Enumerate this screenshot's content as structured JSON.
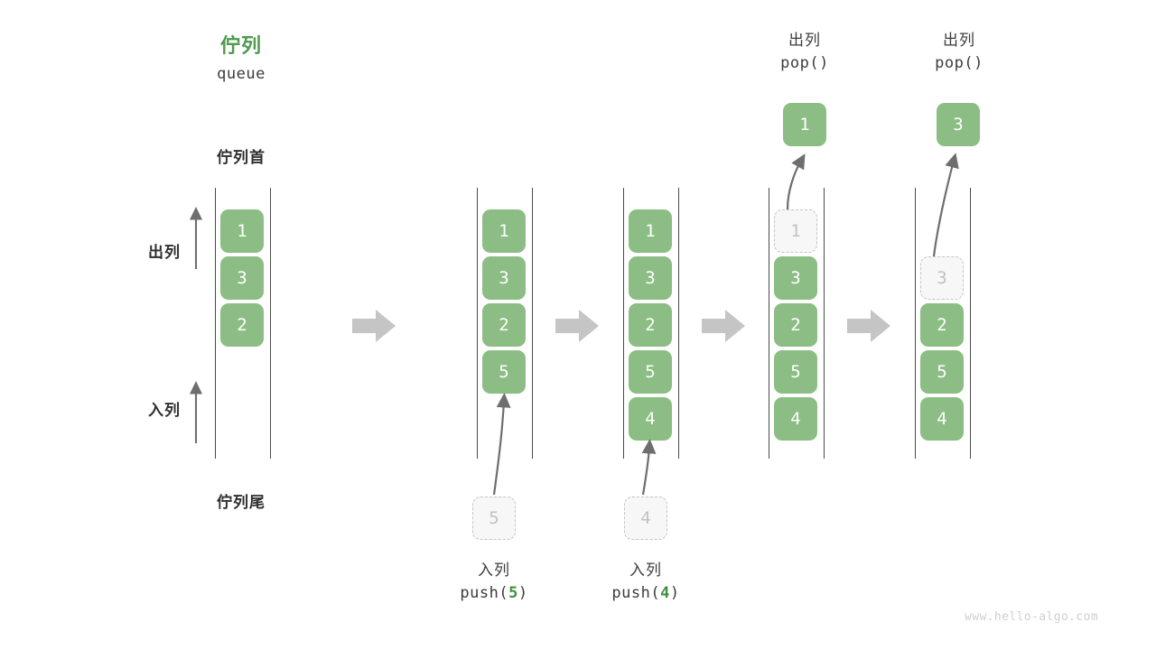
{
  "diagram": {
    "title_cn": "佇列",
    "title_en": "queue",
    "head_label": "佇列首",
    "tail_label": "佇列尾",
    "dequeue_label": "出列",
    "enqueue_label": "入列",
    "watermark": "www.hello-algo.com",
    "colors": {
      "cell_fill": "#8cbd84",
      "cell_text": "#ffffff",
      "ghost_fill": "#f7f7f7",
      "ghost_border": "#c4c4c4",
      "ghost_text": "#c2c2c2",
      "rail": "#4a4a4a",
      "arrow": "#6e6e6e",
      "step_arrow": "#c5c5c5",
      "accent_green": "#4e9a4e",
      "text": "#3c3c3c"
    }
  },
  "steps": [
    {
      "id": "initial",
      "cells": [
        "1",
        "3",
        "2"
      ],
      "ghost_index": -1,
      "caption_cn": "",
      "caption_code": "",
      "caption_arg": ""
    },
    {
      "id": "push-5",
      "cells": [
        "1",
        "3",
        "2",
        "5"
      ],
      "ghost_index": -1,
      "incoming_value": "5",
      "caption_cn": "入列",
      "caption_code_prefix": "push(",
      "caption_arg": "5",
      "caption_code_suffix": ")"
    },
    {
      "id": "push-4",
      "cells": [
        "1",
        "3",
        "2",
        "5",
        "4"
      ],
      "ghost_index": -1,
      "incoming_value": "4",
      "caption_cn": "入列",
      "caption_code_prefix": "push(",
      "caption_arg": "4",
      "caption_code_suffix": ")"
    },
    {
      "id": "pop-1",
      "cells": [
        "1",
        "3",
        "2",
        "5",
        "4"
      ],
      "ghost_index": 0,
      "popped_value": "1",
      "caption_cn": "出列",
      "caption_code_prefix": "pop(",
      "caption_arg": "",
      "caption_code_suffix": ")"
    },
    {
      "id": "pop-3",
      "cells": [
        "3",
        "2",
        "5",
        "4"
      ],
      "ghost_index": 0,
      "popped_value": "3",
      "caption_cn": "出列",
      "caption_code_prefix": "pop(",
      "caption_arg": "",
      "caption_code_suffix": ")"
    }
  ]
}
